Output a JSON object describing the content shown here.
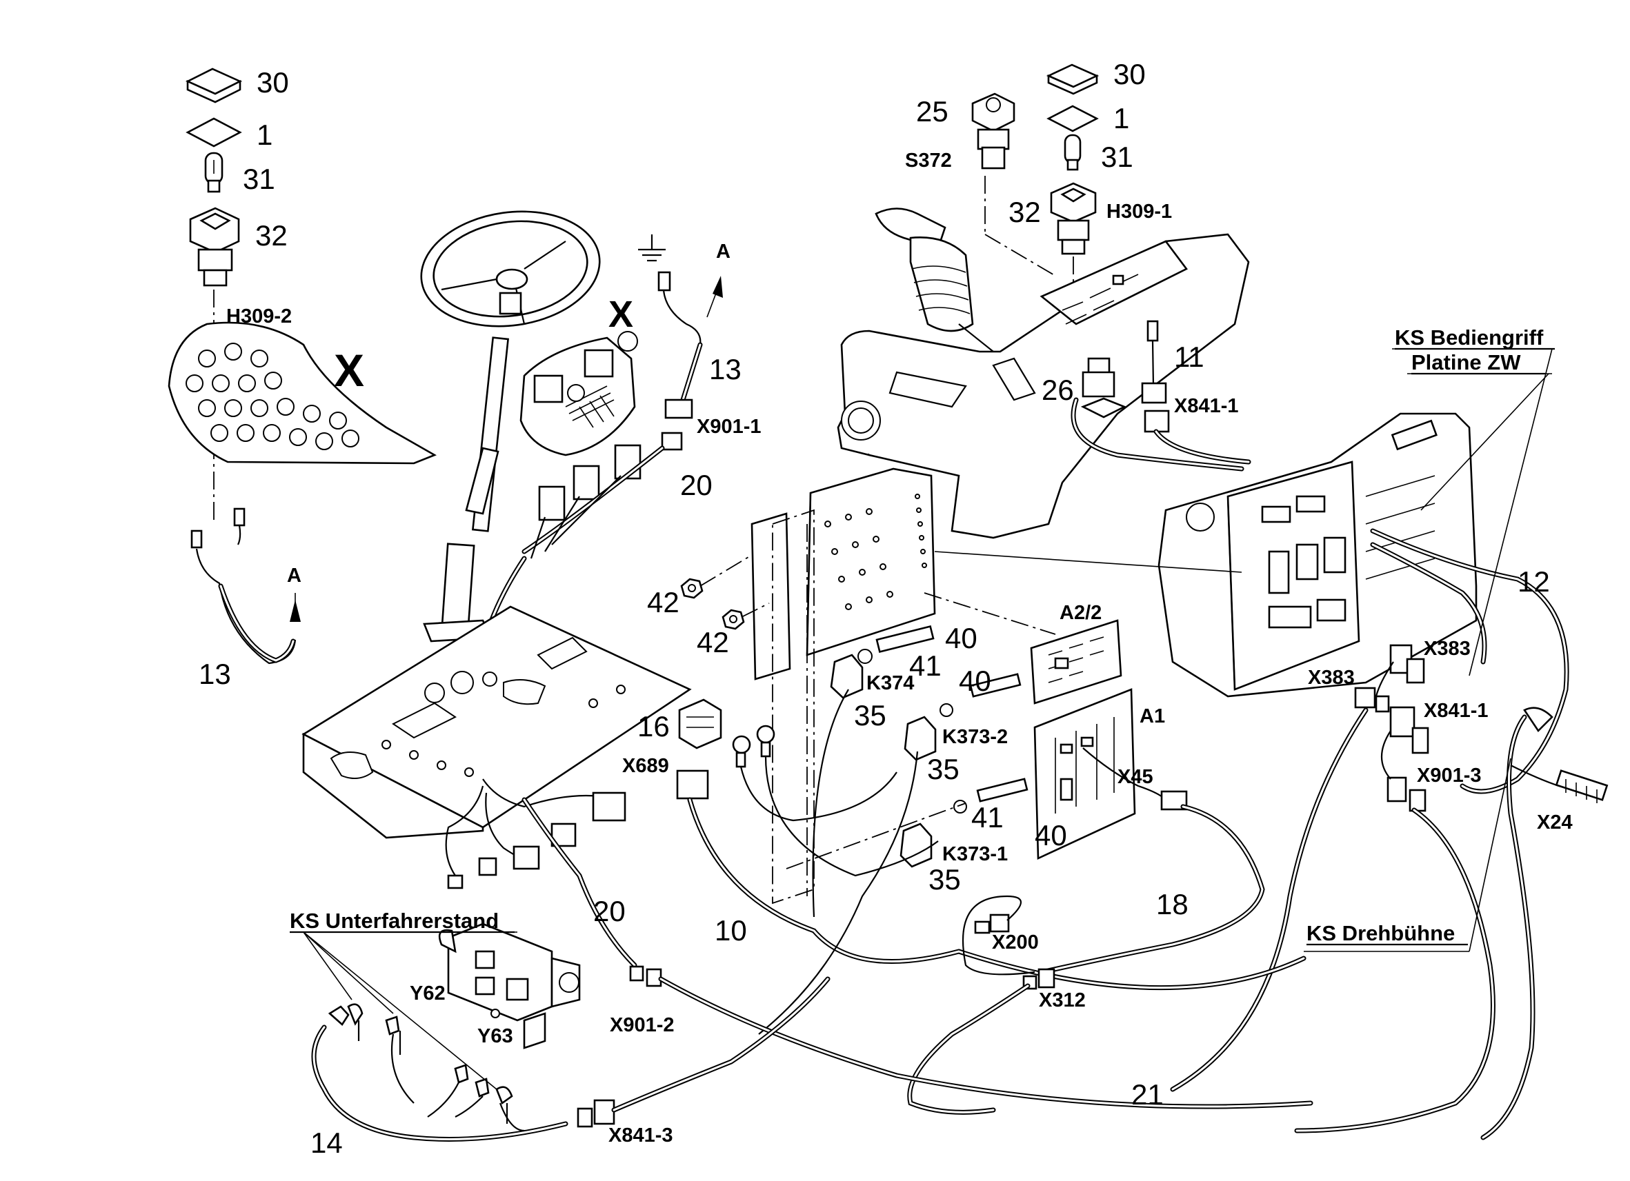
{
  "labels": {
    "cap30_left": "30",
    "film1_left": "1",
    "bulb31_left": "31",
    "holder32_left": "32",
    "h309_2": "H309-2",
    "x_left": "X",
    "arrow_a_left": "A",
    "cable13_left": "13",
    "x_mid": "X",
    "arrow_a_mid": "A",
    "cable13_mid": "13",
    "x901_1": "X901-1",
    "cable20_top": "20",
    "switch25": "25",
    "s372": "S372",
    "cap30_right": "30",
    "film1_right": "1",
    "bulb31_right": "31",
    "holder32_right": "32",
    "h309_1": "H309-1",
    "cable11": "11",
    "part26": "26",
    "x841_1_top": "X841-1",
    "ks_bediengriff": "KS Bediengriff",
    "platine_zw": "Platine ZW",
    "cable12": "12",
    "nut42_a": "42",
    "nut42_b": "42",
    "bolt40_a": "40",
    "washer41_a": "41",
    "k374": "K374",
    "relay35_a": "35",
    "bolt40_b": "40",
    "k373_2": "K373-2",
    "relay35_b": "35",
    "washer41_b": "41",
    "bolt40_c": "40",
    "k373_1": "K373-1",
    "relay35_c": "35",
    "part16": "16",
    "x689": "X689",
    "a2_2": "A2/2",
    "a1": "A1",
    "x45": "X45",
    "x383_a": "X383",
    "x383_b": "X383",
    "x841_1_right": "X841-1",
    "x901_3": "X901-3",
    "x24": "X24",
    "ks_drehbuehne": "KS Drehbühne",
    "cable18": "18",
    "x200": "X200",
    "x312": "X312",
    "cable10": "10",
    "cable20_bottom": "20",
    "x901_2": "X901-2",
    "ks_unterfahrerstand": "KS Unterfahrerstand",
    "y62": "Y62",
    "y63": "Y63",
    "cable14": "14",
    "x841_3": "X841-3",
    "cable21": "21"
  },
  "icons": {
    "ground": "ground-symbol-icon",
    "arrow": "arrow-up-icon",
    "arrow_down": "arrow-down-icon"
  }
}
